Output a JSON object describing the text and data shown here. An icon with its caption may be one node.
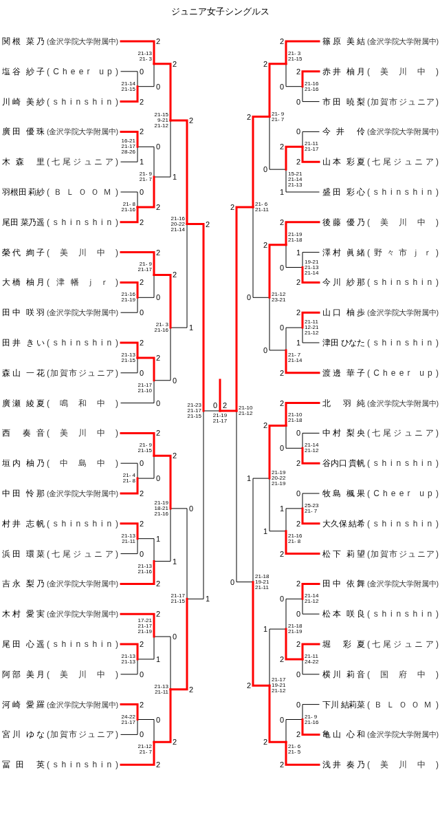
{
  "diagram": {
    "title": "ジュニア女子シングルス",
    "nodes": [
      {
        "text": [
          "関根 菜乃",
          "(金沢学院大学附属中)"
        ]
      },
      {
        "text": [
          "塩谷 紗子",
          "(Cheer up)"
        ]
      },
      {
        "text": [
          "川崎 美紗",
          "(shinshin)"
        ]
      },
      {
        "text": [
          "廣田 優珠",
          "(金沢学院大学附属中)"
        ]
      },
      {
        "text": [
          "木森 里",
          "(七尾ジュニア)"
        ]
      },
      {
        "text": [
          "羽根田 莉紗",
          "(ＢＬＯＯＭ)"
        ]
      },
      {
        "text": [
          "尾田 菜乃遥",
          "(shinshin)"
        ]
      },
      {
        "text": [
          "榮代 絢子",
          "(美川中)"
        ]
      },
      {
        "text": [
          "大橋 柚月",
          "(津幡ｊｒ)"
        ]
      },
      {
        "text": [
          "田中 咲羽",
          "(金沢学院大学附属中)"
        ]
      },
      {
        "text": [
          "田井 きい",
          "(shinshin)"
        ]
      },
      {
        "text": [
          "森山 一花",
          "(加賀市ジュニア)"
        ]
      },
      {
        "text": [
          "廣瀬 綾夏",
          "(鳴和中)"
        ]
      },
      {
        "text": [
          "西 奏音",
          "(美川中)"
        ]
      },
      {
        "text": [
          "垣内 柚乃",
          "(中島中)"
        ]
      },
      {
        "text": [
          "中田 怜那",
          "(金沢学院大学附属中)"
        ]
      },
      {
        "text": [
          "村井 志帆",
          "(shinshin)"
        ]
      },
      {
        "text": [
          "浜田 環菜",
          "(七尾ジュニア)"
        ]
      },
      {
        "text": [
          "吉永 梨乃",
          "(金沢学院大学附属中)"
        ]
      },
      {
        "text": [
          "木村 愛実",
          "(金沢学院大学附属中)"
        ]
      },
      {
        "text": [
          "尾田 心遥",
          "(shinshin)"
        ]
      },
      {
        "text": [
          "阿部 美月",
          "(美川中)"
        ]
      },
      {
        "text": [
          "河崎 愛羅",
          "(金沢学院大学附属中)"
        ]
      },
      {
        "text": [
          "宮川 ゆな",
          "(加賀市ジュニア)"
        ]
      },
      {
        "text": [
          "冨田 英",
          "(shinshin)"
        ]
      },
      {
        "text": [
          "篠原 美結",
          "(金沢学院大学附属中)"
        ]
      },
      {
        "text": [
          "赤井 柚月",
          "(美川中)"
        ]
      },
      {
        "text": [
          "市田 暁梨",
          "(加賀市ジュニア)"
        ]
      },
      {
        "text": [
          "今井 伶",
          "(金沢学院大学附属中)"
        ]
      },
      {
        "text": [
          "山本 彩夏",
          "(七尾ジュニア)"
        ]
      },
      {
        "text": [
          "盛田 彩心",
          "(shinshin)"
        ]
      },
      {
        "text": [
          "後藤 優乃",
          "(美川中)"
        ]
      },
      {
        "text": [
          "澤村 眞緒",
          "(野々市ｊｒ)"
        ]
      },
      {
        "text": [
          "今川 紗那",
          "(shinshin)"
        ]
      },
      {
        "text": [
          "山口 柚歩",
          "(金沢学院大学附属中)"
        ]
      },
      {
        "text": [
          "津田 ひなた",
          "(shinshin)"
        ]
      },
      {
        "text": [
          "渡邊 華子",
          "(Cheer up)"
        ]
      },
      {
        "text": [
          "北 羽純",
          "(金沢学院大学附属中)"
        ]
      },
      {
        "text": [
          "中村 梨央",
          "(七尾ジュニア)"
        ]
      },
      {
        "text": [
          "谷内口 貴帆",
          "(shinshin)"
        ]
      },
      {
        "text": [
          "牧島 楓果",
          "(Cheer up)"
        ]
      },
      {
        "text": [
          "大久保 結希",
          "(shinshin)"
        ]
      },
      {
        "text": [
          "松下 莉望",
          "(加賀市ジュニア)"
        ]
      },
      {
        "text": [
          "田中 依舞",
          "(金沢学院大学附属中)"
        ]
      },
      {
        "text": [
          "松本 咲良",
          "(shinshin)"
        ]
      },
      {
        "text": [
          "堀 彩夏",
          "(七尾ジュニア)"
        ]
      },
      {
        "text": [
          "横川 莉音",
          "(国府中)"
        ]
      },
      {
        "text": [
          "下川 結莉菜",
          "(ＢＬＯＯＭ)"
        ]
      },
      {
        "text": [
          "亀山 心和",
          "(金沢学院大学附属中)"
        ]
      },
      {
        "text": [
          "浅井 奏乃",
          "(美川中)"
        ]
      },
      {
        "text": [
          "21-14",
          "21-15"
        ]
      },
      {
        "text": [
          "21-13",
          "21- 3"
        ]
      },
      {
        "text": [
          "16-21",
          "21-17",
          "28-26"
        ]
      },
      {
        "text": [
          "21- 8",
          "21-16"
        ]
      },
      {
        "text": [
          "21- 9",
          "21- 7"
        ]
      },
      {
        "text": [
          "21-15",
          "9-21",
          "21-12"
        ]
      },
      {
        "text": [
          "21-16",
          "21-19"
        ]
      },
      {
        "text": [
          "21- 9",
          "21-17"
        ]
      },
      {
        "text": [
          "21-13",
          "21-15"
        ]
      },
      {
        "text": [
          "21-17",
          "21-10"
        ]
      },
      {
        "text": [
          "21- 3",
          "21-16"
        ]
      },
      {
        "text": [
          "21-16",
          "20-22",
          "21-14"
        ]
      },
      {
        "text": [
          "21- 4",
          "21- 8"
        ]
      },
      {
        "text": [
          "21- 9",
          "21-15"
        ]
      },
      {
        "text": [
          "21-13",
          "21-11"
        ]
      },
      {
        "text": [
          "21-13",
          "21-16"
        ]
      },
      {
        "text": [
          "21-19",
          "18-21",
          "21-16"
        ]
      },
      {
        "text": [
          "21-13",
          "21-13"
        ]
      },
      {
        "text": [
          "17-21",
          "21-17",
          "21-19"
        ]
      },
      {
        "text": [
          "24-22",
          "21-17"
        ]
      },
      {
        "text": [
          "21-12",
          "21- 7"
        ]
      },
      {
        "text": [
          "21-13",
          "21-11"
        ]
      },
      {
        "text": [
          "21-17",
          "21-15"
        ]
      },
      {
        "text": [
          "21-23",
          "21-17",
          "21-15"
        ]
      },
      {
        "text": [
          "21-16",
          "21-16"
        ]
      },
      {
        "text": [
          "21- 3",
          "21-15"
        ]
      },
      {
        "text": [
          "21-11",
          "21-17"
        ]
      },
      {
        "text": [
          "15-21",
          "21-14",
          "21-13"
        ]
      },
      {
        "text": [
          "21- 9",
          "21- 7"
        ]
      },
      {
        "text": [
          "19-21",
          "21-13",
          "21-14"
        ]
      },
      {
        "text": [
          "21-19",
          "21-18"
        ]
      },
      {
        "text": [
          "21-11",
          "12-21",
          "21-12"
        ]
      },
      {
        "text": [
          "21- 7",
          "21-14"
        ]
      },
      {
        "text": [
          "21-12",
          "23-21"
        ]
      },
      {
        "text": [
          "21- 6",
          "21-11"
        ]
      },
      {
        "text": [
          "21-14",
          "21-12"
        ]
      },
      {
        "text": [
          "21-10",
          "21-18"
        ]
      },
      {
        "text": [
          "25-23",
          "21- 7"
        ]
      },
      {
        "text": [
          "21-16",
          "21- 8"
        ]
      },
      {
        "text": [
          "21-19",
          "20-22",
          "21-19"
        ]
      },
      {
        "text": [
          "21-14",
          "21-12"
        ]
      },
      {
        "text": [
          "21-11",
          "24-22"
        ]
      },
      {
        "text": [
          "21-18",
          "21-19"
        ]
      },
      {
        "text": [
          "21- 9",
          "21-16"
        ]
      },
      {
        "text": [
          "21- 6",
          "21- 5"
        ]
      },
      {
        "text": [
          "21-17",
          "19-21",
          "21-12"
        ]
      },
      {
        "text": [
          "21-18",
          "19-21",
          "21-11"
        ]
      },
      {
        "text": [
          "21-10",
          "21-12"
        ]
      },
      {
        "text": [
          "21-19",
          "21-17"
        ]
      }
    ],
    "edges": [
      {
        "from": 1,
        "to": 50,
        "arrow": "none",
        "label": "0",
        "color": "#000000"
      },
      {
        "from": 2,
        "to": 50,
        "arrow": "none",
        "label": "2"
      },
      {
        "from": 0,
        "to": 51,
        "arrow": "none",
        "label": "2"
      },
      {
        "from": 50,
        "to": 51,
        "arrow": "none",
        "label": "0",
        "color": "#000000"
      },
      {
        "from": 3,
        "to": 52,
        "arrow": "none",
        "label": "2"
      },
      {
        "from": 4,
        "to": 52,
        "arrow": "none",
        "label": "1",
        "color": "#000000"
      },
      {
        "from": 5,
        "to": 53,
        "arrow": "none",
        "label": "0",
        "color": "#000000"
      },
      {
        "from": 6,
        "to": 53,
        "arrow": "none",
        "label": "2"
      },
      {
        "from": 52,
        "to": 54,
        "arrow": "none",
        "label": "0",
        "color": "#000000"
      },
      {
        "from": 53,
        "to": 54,
        "arrow": "none",
        "label": "2"
      },
      {
        "from": 51,
        "to": 55,
        "arrow": "none",
        "label": "2"
      },
      {
        "from": 54,
        "to": 55,
        "arrow": "none",
        "label": "1",
        "color": "#000000"
      },
      {
        "from": 8,
        "to": 56,
        "arrow": "none",
        "label": "2"
      },
      {
        "from": 9,
        "to": 56,
        "arrow": "none",
        "label": "0",
        "color": "#000000"
      },
      {
        "from": 7,
        "to": 57,
        "arrow": "none",
        "label": "2"
      },
      {
        "from": 56,
        "to": 57,
        "arrow": "none",
        "label": "0",
        "color": "#000000"
      },
      {
        "from": 10,
        "to": 58,
        "arrow": "none",
        "label": "2"
      },
      {
        "from": 11,
        "to": 58,
        "arrow": "none",
        "label": "0",
        "color": "#000000"
      },
      {
        "from": 58,
        "to": 59,
        "arrow": "none",
        "label": "2"
      },
      {
        "from": 12,
        "to": 59,
        "arrow": "none",
        "label": "0",
        "color": "#000000"
      },
      {
        "from": 57,
        "to": 60,
        "arrow": "none",
        "label": "2"
      },
      {
        "from": 59,
        "to": 60,
        "arrow": "none",
        "label": "0",
        "color": "#000000"
      },
      {
        "from": 55,
        "to": 61,
        "arrow": "none",
        "label": "2"
      },
      {
        "from": 60,
        "to": 61,
        "arrow": "none",
        "label": "1",
        "color": "#000000"
      },
      {
        "from": 14,
        "to": 62,
        "arrow": "none",
        "label": "0",
        "color": "#000000"
      },
      {
        "from": 15,
        "to": 62,
        "arrow": "none",
        "label": "2"
      },
      {
        "from": 13,
        "to": 63,
        "arrow": "none",
        "label": "2"
      },
      {
        "from": 62,
        "to": 63,
        "arrow": "none",
        "label": "0",
        "color": "#000000"
      },
      {
        "from": 16,
        "to": 64,
        "arrow": "none",
        "label": "2"
      },
      {
        "from": 17,
        "to": 64,
        "arrow": "none",
        "label": "0",
        "color": "#000000"
      },
      {
        "from": 64,
        "to": 65,
        "arrow": "none",
        "label": "1",
        "color": "#000000"
      },
      {
        "from": 18,
        "to": 65,
        "arrow": "none",
        "label": "2"
      },
      {
        "from": 63,
        "to": 66,
        "arrow": "none",
        "label": "2"
      },
      {
        "from": 65,
        "to": 66,
        "arrow": "none",
        "label": "1",
        "color": "#000000"
      },
      {
        "from": 20,
        "to": 67,
        "arrow": "none",
        "label": "2"
      },
      {
        "from": 21,
        "to": 67,
        "arrow": "none",
        "label": "0",
        "color": "#000000"
      },
      {
        "from": 19,
        "to": 68,
        "arrow": "none",
        "label": "2"
      },
      {
        "from": 67,
        "to": 68,
        "arrow": "none",
        "label": "1",
        "color": "#000000"
      },
      {
        "from": 22,
        "to": 69,
        "arrow": "none",
        "label": "2"
      },
      {
        "from": 23,
        "to": 69,
        "arrow": "none",
        "label": "0",
        "color": "#000000"
      },
      {
        "from": 69,
        "to": 70,
        "arrow": "none",
        "label": "0",
        "color": "#000000"
      },
      {
        "from": 24,
        "to": 70,
        "arrow": "none",
        "label": "2"
      },
      {
        "from": 68,
        "to": 71,
        "arrow": "none",
        "label": "0",
        "color": "#000000"
      },
      {
        "from": 70,
        "to": 71,
        "arrow": "none",
        "label": "2"
      },
      {
        "from": 66,
        "to": 72,
        "arrow": "none",
        "label": "0",
        "color": "#000000"
      },
      {
        "from": 71,
        "to": 72,
        "arrow": "none",
        "label": "2"
      },
      {
        "from": 61,
        "to": 73,
        "arrow": "none",
        "label": "2"
      },
      {
        "from": 72,
        "to": 73,
        "arrow": "none",
        "label": "1",
        "color": "#000000"
      },
      {
        "from": 26,
        "to": 74,
        "arrow": "none",
        "label": "2"
      },
      {
        "from": 27,
        "to": 74,
        "arrow": "none",
        "label": "0",
        "color": "#000000"
      },
      {
        "from": 25,
        "to": 75,
        "arrow": "none",
        "label": "2"
      },
      {
        "from": 74,
        "to": 75,
        "arrow": "none",
        "label": "0",
        "color": "#000000"
      },
      {
        "from": 28,
        "to": 76,
        "arrow": "none",
        "label": "0",
        "color": "#000000"
      },
      {
        "from": 29,
        "to": 76,
        "arrow": "none",
        "label": "2"
      },
      {
        "from": 76,
        "to": 77,
        "arrow": "none",
        "label": "2"
      },
      {
        "from": 30,
        "to": 77,
        "arrow": "none",
        "label": "1",
        "color": "#000000"
      },
      {
        "from": 75,
        "to": 78,
        "arrow": "none",
        "label": "2"
      },
      {
        "from": 77,
        "to": 78,
        "arrow": "none",
        "label": "0",
        "color": "#000000"
      },
      {
        "from": 32,
        "to": 79,
        "arrow": "none",
        "label": "1",
        "color": "#000000"
      },
      {
        "from": 33,
        "to": 79,
        "arrow": "none",
        "label": "2"
      },
      {
        "from": 31,
        "to": 80,
        "arrow": "none",
        "label": "2"
      },
      {
        "from": 79,
        "to": 80,
        "arrow": "none",
        "label": "0",
        "color": "#000000"
      },
      {
        "from": 34,
        "to": 81,
        "arrow": "none",
        "label": "2"
      },
      {
        "from": 35,
        "to": 81,
        "arrow": "none",
        "label": "1",
        "color": "#000000"
      },
      {
        "from": 81,
        "to": 82,
        "arrow": "none",
        "label": "0",
        "color": "#000000"
      },
      {
        "from": 36,
        "to": 82,
        "arrow": "none",
        "label": "2"
      },
      {
        "from": 80,
        "to": 83,
        "arrow": "none",
        "label": "2"
      },
      {
        "from": 82,
        "to": 83,
        "arrow": "none",
        "label": "0",
        "color": "#000000"
      },
      {
        "from": 78,
        "to": 84,
        "arrow": "none",
        "label": "2"
      },
      {
        "from": 83,
        "to": 84,
        "arrow": "none",
        "label": "0",
        "color": "#000000"
      },
      {
        "from": 38,
        "to": 85,
        "arrow": "none",
        "label": "0",
        "color": "#000000"
      },
      {
        "from": 39,
        "to": 85,
        "arrow": "none",
        "label": "2"
      },
      {
        "from": 37,
        "to": 86,
        "arrow": "none",
        "label": "2"
      },
      {
        "from": 85,
        "to": 86,
        "arrow": "none",
        "label": "0",
        "color": "#000000"
      },
      {
        "from": 40,
        "to": 87,
        "arrow": "none",
        "label": "0",
        "color": "#000000"
      },
      {
        "from": 41,
        "to": 87,
        "arrow": "none",
        "label": "2"
      },
      {
        "from": 87,
        "to": 88,
        "arrow": "none",
        "label": "1",
        "color": "#000000"
      },
      {
        "from": 42,
        "to": 88,
        "arrow": "none",
        "label": "2"
      },
      {
        "from": 86,
        "to": 89,
        "arrow": "none",
        "label": "2"
      },
      {
        "from": 88,
        "to": 89,
        "arrow": "none",
        "label": "1",
        "color": "#000000"
      },
      {
        "from": 43,
        "to": 90,
        "arrow": "none",
        "label": "2"
      },
      {
        "from": 44,
        "to": 90,
        "arrow": "none",
        "label": "0",
        "color": "#000000"
      },
      {
        "from": 45,
        "to": 91,
        "arrow": "none",
        "label": "2"
      },
      {
        "from": 46,
        "to": 91,
        "arrow": "none",
        "label": "0",
        "color": "#000000"
      },
      {
        "from": 90,
        "to": 92,
        "arrow": "none",
        "label": "0",
        "color": "#000000"
      },
      {
        "from": 91,
        "to": 92,
        "arrow": "none",
        "label": "2"
      },
      {
        "from": 47,
        "to": 93,
        "arrow": "none",
        "label": "0",
        "color": "#000000"
      },
      {
        "from": 48,
        "to": 93,
        "arrow": "none",
        "label": "2"
      },
      {
        "from": 93,
        "to": 94,
        "arrow": "none",
        "label": "0",
        "color": "#000000"
      },
      {
        "from": 49,
        "to": 94,
        "arrow": "none",
        "label": "2"
      },
      {
        "from": 92,
        "to": 95,
        "arrow": "none",
        "label": "1",
        "color": "#000000"
      },
      {
        "from": 94,
        "to": 95,
        "arrow": "none",
        "label": "2"
      },
      {
        "from": 89,
        "to": 96,
        "arrow": "none",
        "label": "1",
        "color": "#000000"
      },
      {
        "from": 95,
        "to": 96,
        "arrow": "none",
        "label": "2"
      },
      {
        "from": 84,
        "to": 97,
        "arrow": "none",
        "label": "2"
      },
      {
        "from": 96,
        "to": 97,
        "arrow": "none",
        "label": "0",
        "color": "#000000"
      },
      {
        "from": 73,
        "to": 98,
        "arrow": "none",
        "label": "0",
        "color": "#000000"
      },
      {
        "from": 97,
        "to": 98,
        "arrow": "none",
        "label": "2"
      },
      {
        "from": 98,
        "to": null,
        "arrow": "none"
      }
    ]
  }
}
